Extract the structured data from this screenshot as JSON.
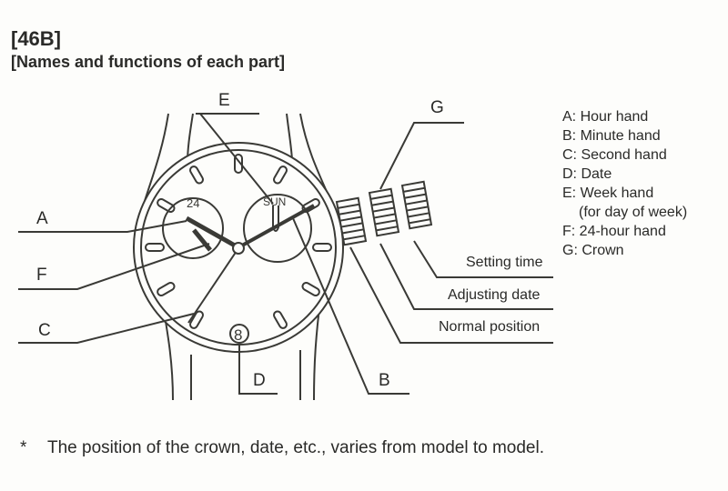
{
  "header": {
    "code": "[46B]",
    "title": "[Names and functions of each part]"
  },
  "labels": {
    "A": "A",
    "B": "B",
    "C": "C",
    "D": "D",
    "E": "E",
    "F": "F",
    "G": "G"
  },
  "dial": {
    "subdial_24": "24",
    "subdial_day": "SUN",
    "date": "8"
  },
  "crown_positions": [
    "Setting time",
    "Adjusting date",
    "Normal position"
  ],
  "legend": [
    "A: Hour hand",
    "B: Minute hand",
    "C: Second hand",
    "D: Date",
    "E: Week hand",
    "(for day of week)",
    "F: 24-hour hand",
    "G: Crown"
  ],
  "footnote": {
    "marker": "*",
    "text": "The position of the crown, date, etc., varies from model to model."
  }
}
